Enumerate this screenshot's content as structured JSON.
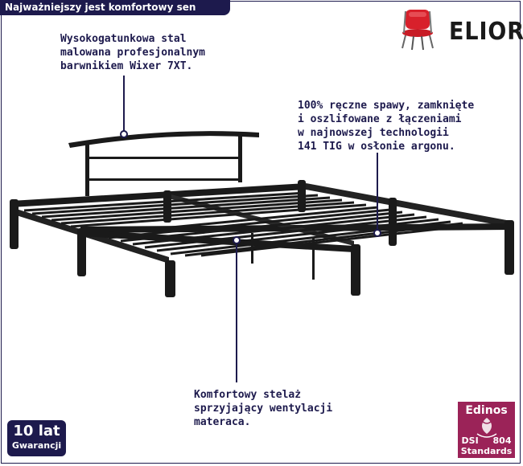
{
  "header": {
    "title": "Najważniejszy jest komfortowy sen"
  },
  "brand": {
    "name": "ELIOR",
    "logo_icon": "red-chair-icon"
  },
  "annotations": {
    "steel": "Wysokogatunkowa stal\nmalowana profesjonalnym\nbarwnikiem Wixer 7XT.",
    "welds": "100% ręczne spawy, zamknięte\ni oszlifowane z łączeniami\nw najnowszej technologii\n141 TIG w osłonie argonu.",
    "slats": "Komfortowy stelaż\nsprzyjający wentylacji\nmateraca."
  },
  "badges": {
    "warranty": {
      "line1": "10 lat",
      "line2": "Gwarancji"
    },
    "standard": {
      "title": "Edinos",
      "code_left": "DSI",
      "code_right": "804",
      "subtitle": "Standards"
    }
  },
  "colors": {
    "navy": "#1d1a4d",
    "magenta": "#9b2358",
    "chair_red": "#d8202b",
    "bed_black": "#1a1a1a"
  }
}
